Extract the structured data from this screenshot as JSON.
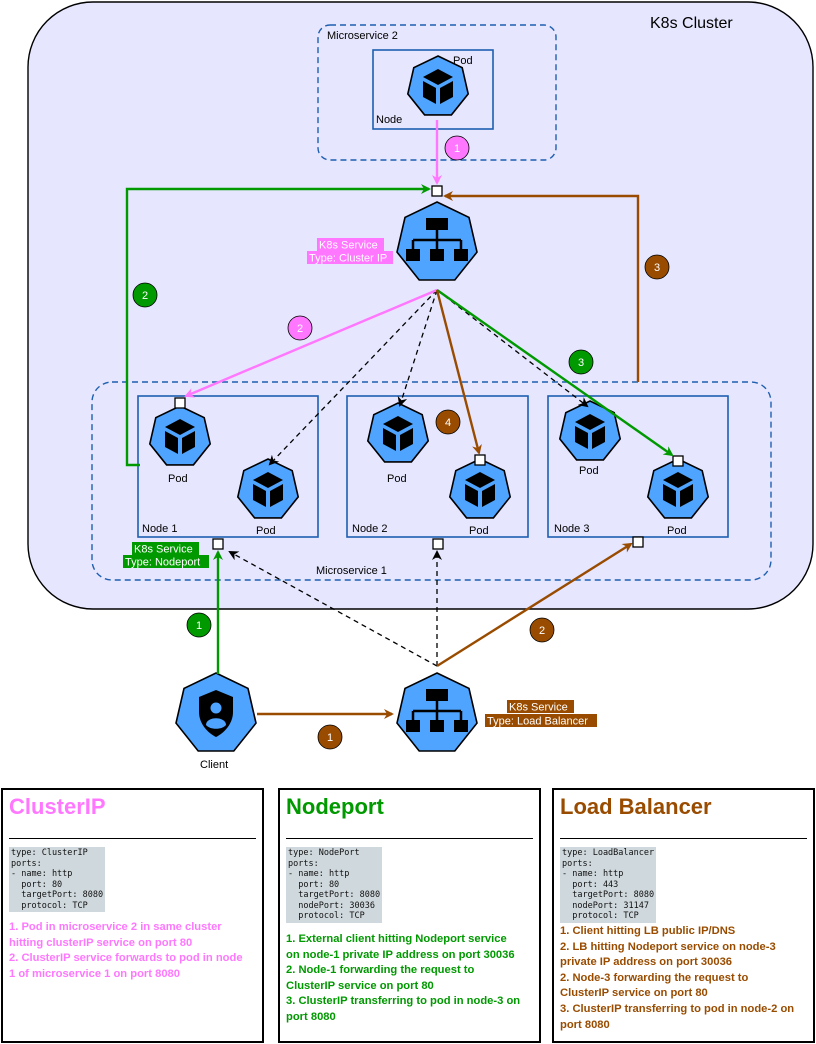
{
  "cluster": {
    "title": "K8s Cluster"
  },
  "microservice2": {
    "title": "Microservice 2",
    "node_label": "Node",
    "pod_label": "Pod"
  },
  "microservice1": {
    "title": "Microservice 1",
    "nodes": [
      {
        "label": "Node 1",
        "pods": [
          "Pod",
          "Pod"
        ]
      },
      {
        "label": "Node 2",
        "pods": [
          "Pod",
          "Pod"
        ]
      },
      {
        "label": "Node 3",
        "pods": [
          "Pod",
          "Pod"
        ]
      }
    ]
  },
  "services": {
    "cluster_ip": {
      "line1": "K8s Service",
      "line2": "Type: Cluster IP"
    },
    "nodeport": {
      "line1": "K8s Service",
      "line2": "Type: Nodeport"
    },
    "load_balancer": {
      "line1": "K8s Service",
      "line2": "Type: Load Balancer"
    }
  },
  "client": {
    "label": "Client"
  },
  "step_badges": {
    "clusterip": [
      "1",
      "2"
    ],
    "nodeport": [
      "1",
      "2",
      "3"
    ],
    "loadbalancer": [
      "1",
      "2",
      "3",
      "4"
    ]
  },
  "colors": {
    "clusterip": "#ff77ff",
    "nodeport": "#009900",
    "loadbalancer": "#994c00",
    "cluster_fill": "#e6e6ff",
    "node_border": "#1f5fb0",
    "icon_blue": "#4ea4ff",
    "service_label_pink": "#ff77ff",
    "service_label_green": "#009900",
    "service_label_brown": "#994c00"
  },
  "cards": {
    "clusterip": {
      "title": "ClusterIP",
      "yaml": [
        "type: ClusterIP",
        "ports:",
        "- name: http",
        "  port: 80",
        "  targetPort: 8080",
        "  protocol: TCP"
      ],
      "notes": [
        "1. Pod in microservice 2 in same cluster",
        "hitting clusterIP service on port 80",
        "2. ClusterIP service forwards to pod in node",
        "1 of microservice 1 on port 8080"
      ]
    },
    "nodeport": {
      "title": "Nodeport",
      "yaml": [
        "type: NodePort",
        "ports:",
        "- name: http",
        "  port: 80",
        "  targetPort: 8080",
        "  nodePort: 30036",
        "  protocol: TCP"
      ],
      "notes": [
        "1. External client hitting Nodeport service",
        "on node-1 private IP address on port 30036",
        "2. Node-1 forwarding the request to",
        "ClusterIP service on port 80",
        "3. ClusterIP transferring to pod in node-3 on",
        "port 8080"
      ]
    },
    "loadbalancer": {
      "title": "Load Balancer",
      "yaml": [
        "type: LoadBalancer",
        "ports:",
        "- name: http",
        "  port: 443",
        "  targetPort: 8080",
        "  nodePort: 31147",
        "  protocol: TCP"
      ],
      "notes": [
        "1. Client hitting LB public IP/DNS",
        "2. LB hitting Nodeport service on node-3",
        "private IP address on port 30036",
        "2. Node-3 forwarding the request to",
        "ClusterIP service on port 80",
        "3. ClusterIP transferring to pod in node-2 on",
        "port 8080"
      ]
    }
  }
}
